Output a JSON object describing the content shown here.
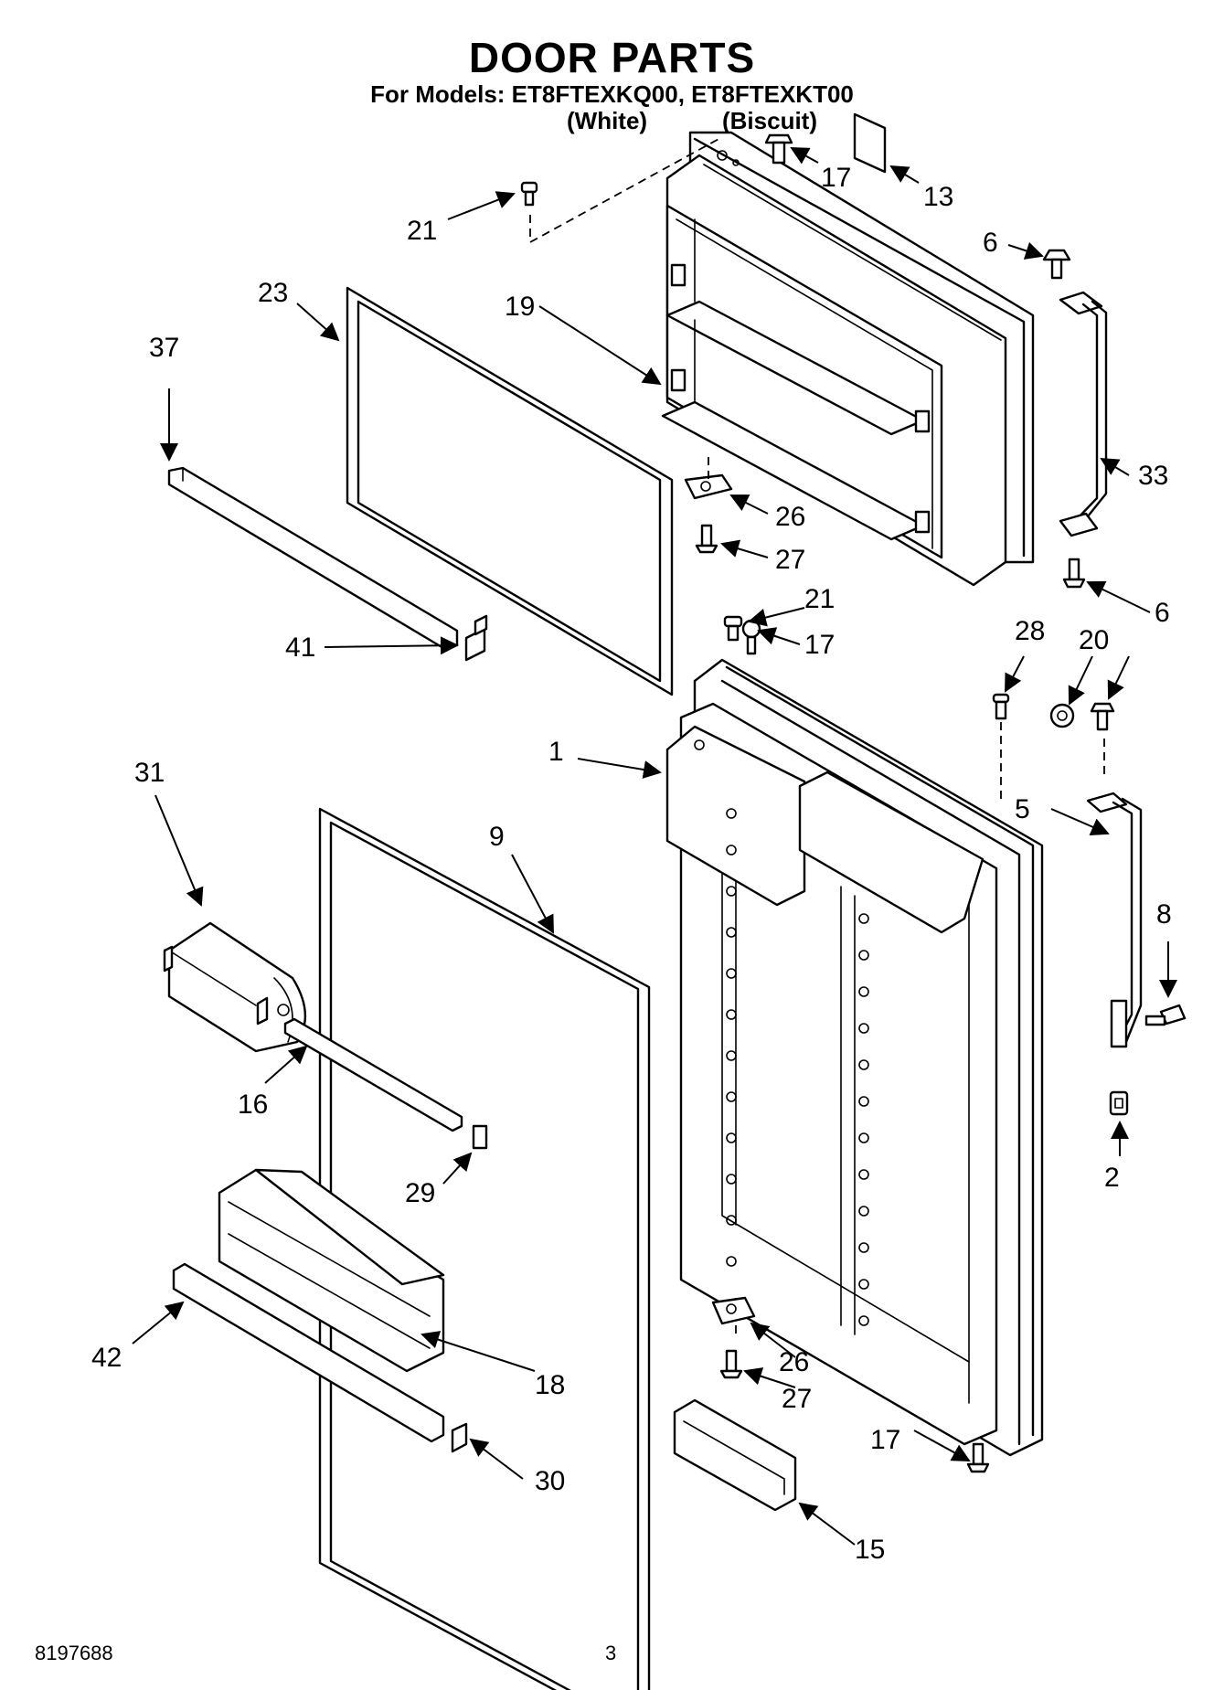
{
  "header": {
    "title": "DOOR PARTS",
    "models": "For Models: ET8FTEXKQ00, ET8FTEXKT00",
    "variant_white": "(White)",
    "variant_biscuit": "(Biscuit)"
  },
  "callouts": {
    "c1": "1",
    "c2": "2",
    "c5": "5",
    "c6a": "6",
    "c6b": "6",
    "c8": "8",
    "c9": "9",
    "c13": "13",
    "c15": "15",
    "c16": "16",
    "c17a": "17",
    "c17b": "17",
    "c17c": "17",
    "c18": "18",
    "c19": "19",
    "c20": "20",
    "c21a": "21",
    "c21b": "21",
    "c23": "23",
    "c26a": "26",
    "c26b": "26",
    "c27a": "27",
    "c27b": "27",
    "c28": "28",
    "c29": "29",
    "c30": "30",
    "c31": "31",
    "c33": "33",
    "c37": "37",
    "c41": "41",
    "c42": "42"
  },
  "footer": {
    "doc_number": "8197688",
    "page_number": "3"
  }
}
